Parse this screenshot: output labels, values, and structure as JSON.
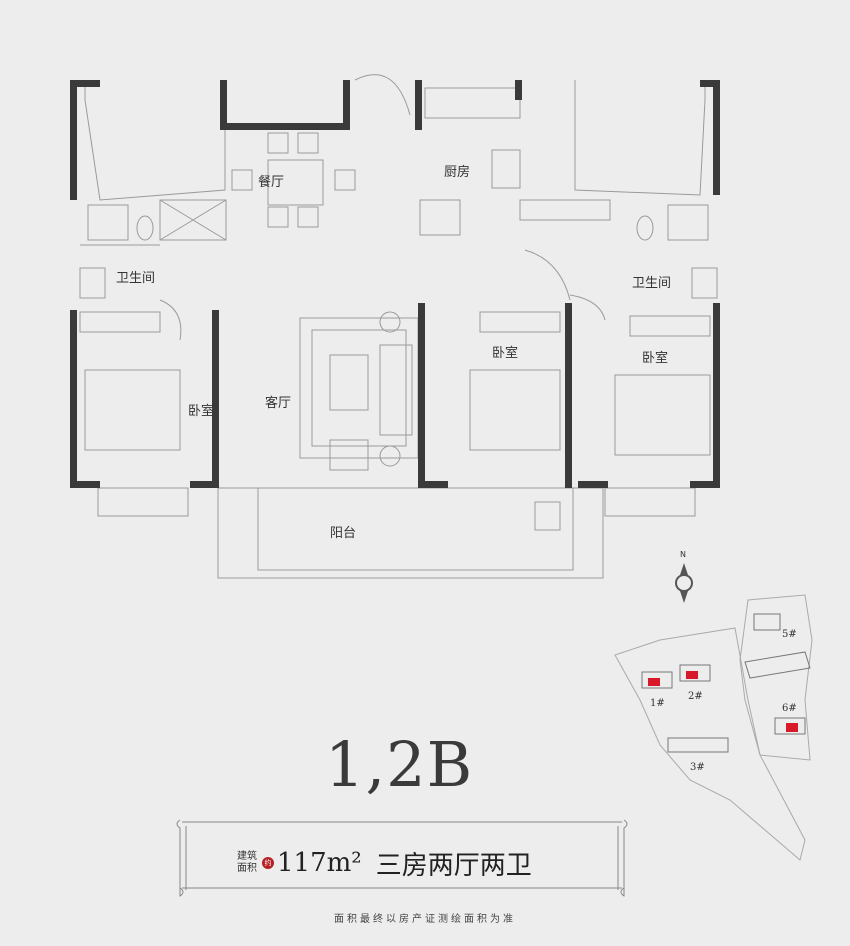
{
  "rooms": {
    "dining": "餐厅",
    "kitchen": "厨房",
    "bath_left": "卫生间",
    "bath_right": "卫生间",
    "bedroom_left": "卧室",
    "bedroom_mid": "卧室",
    "bedroom_right": "卧室",
    "living": "客厅",
    "balcony": "阳台"
  },
  "compass": {
    "north_label": "N"
  },
  "site_map": {
    "buildings": [
      "1#",
      "2#",
      "3#",
      "5#",
      "6#"
    ],
    "highlight_color": "#d7192a"
  },
  "unit_title": "1,2B",
  "area": {
    "label": "建筑面积",
    "seal": "约",
    "value": "117m²",
    "layout": "三房两厅两卫"
  },
  "disclaimer": "面积最终以房产证测绘面积为准",
  "colors": {
    "wall": "#3a3a3a",
    "line": "#9a9a9a",
    "background": "#ededed",
    "seal": "#b52025"
  }
}
